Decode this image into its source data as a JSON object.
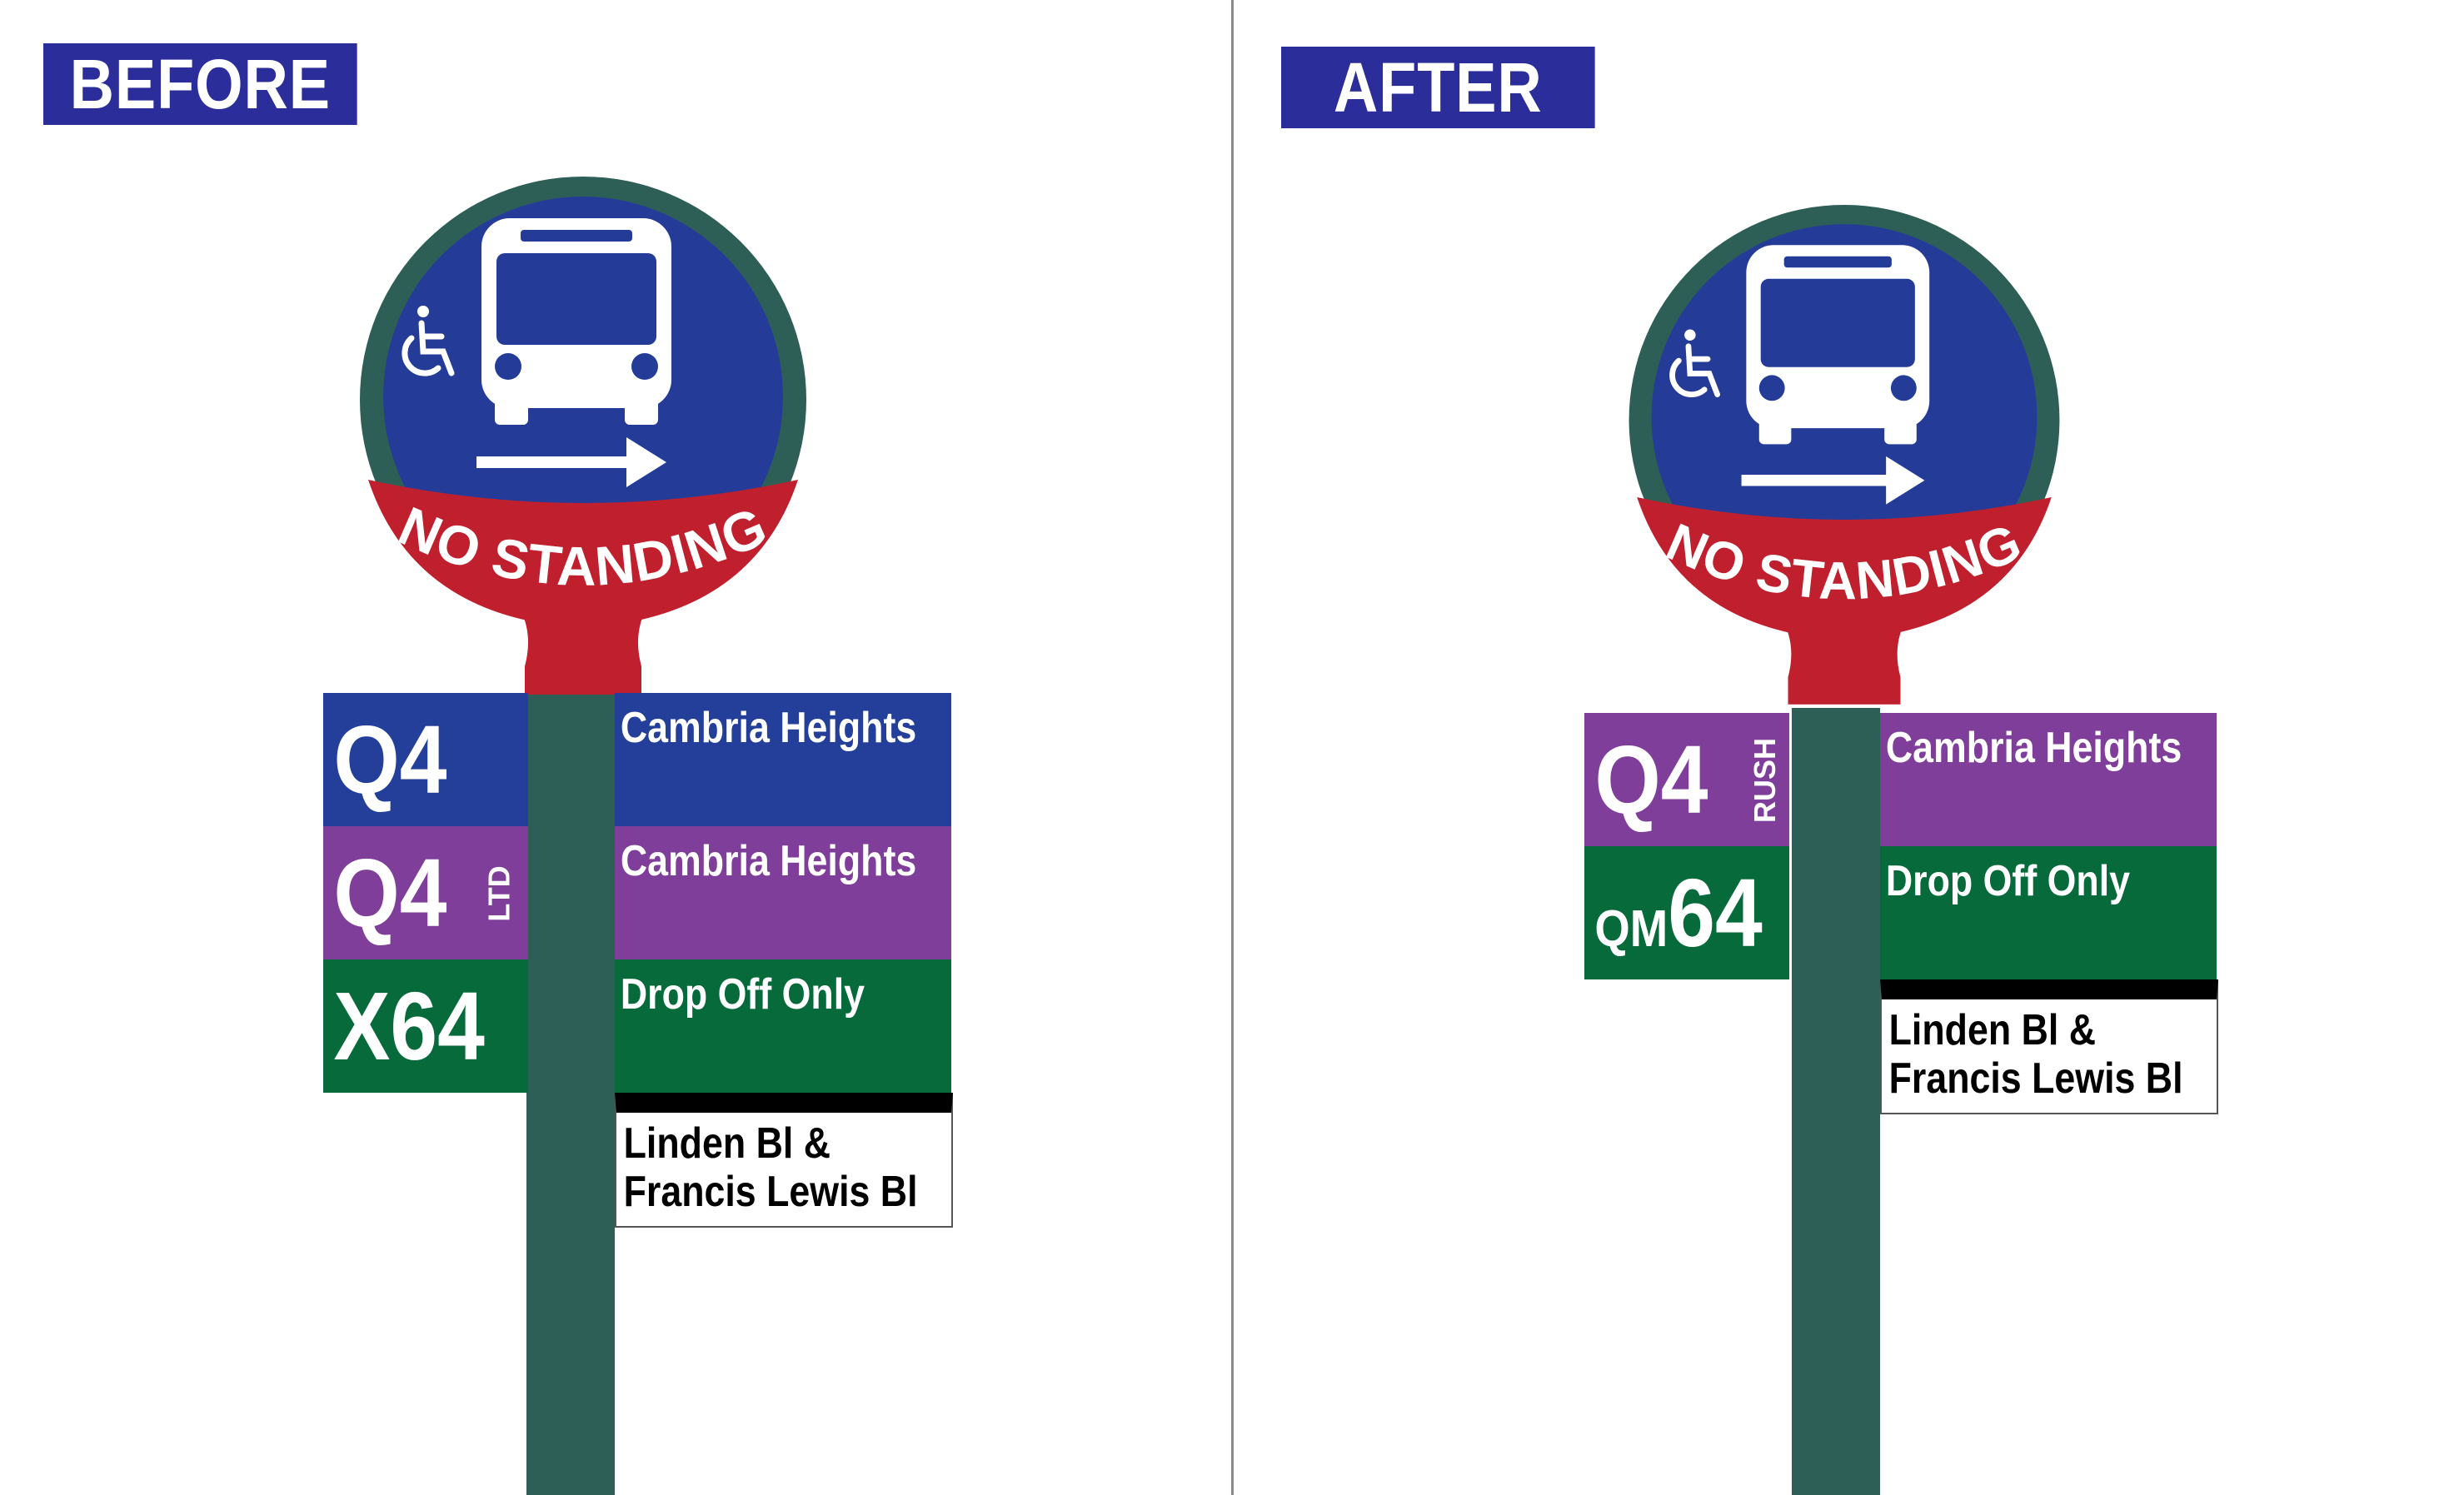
{
  "colors": {
    "label_bg": "#2b2d9a",
    "ring": "#2e5f57",
    "disc": "#243c98",
    "red": "#c0202e",
    "pole": "#2e5f57",
    "blue_route": "#233f9a",
    "purple_route": "#7e3e99",
    "green_route": "#066a3a",
    "divider": "#8a8a8a"
  },
  "icons": [
    "bus-front-icon",
    "wheelchair-accessible-icon",
    "right-arrow-icon"
  ],
  "before": {
    "label": "BEFORE",
    "sign": {
      "banner": "NO STANDING"
    },
    "routes": [
      {
        "code": "Q4",
        "tag": "",
        "color": "#233f9a"
      },
      {
        "code": "Q4",
        "tag": "LTD",
        "color": "#7e3e99"
      },
      {
        "code": "X64",
        "tag": "",
        "color": "#066a3a"
      }
    ],
    "destinations": [
      {
        "text": "Cambria Heights",
        "color": "#233f9a"
      },
      {
        "text": "Cambria Heights",
        "color": "#7e3e99"
      },
      {
        "text": "Drop Off Only",
        "color": "#066a3a"
      }
    ],
    "location": {
      "line1": "Linden Bl &",
      "line2": "Francis Lewis Bl"
    }
  },
  "after": {
    "label": "AFTER",
    "sign": {
      "banner": "NO STANDING"
    },
    "routes": [
      {
        "code": "Q4",
        "prefix": "",
        "tag": "RUSH",
        "color": "#7e3e99"
      },
      {
        "code": "64",
        "prefix": "QM",
        "tag": "",
        "color": "#066a3a"
      }
    ],
    "destinations": [
      {
        "text": "Cambria Heights",
        "color": "#7e3e99"
      },
      {
        "text": "Drop Off Only",
        "color": "#066a3a"
      }
    ],
    "location": {
      "line1": "Linden Bl &",
      "line2": "Francis Lewis Bl"
    }
  }
}
